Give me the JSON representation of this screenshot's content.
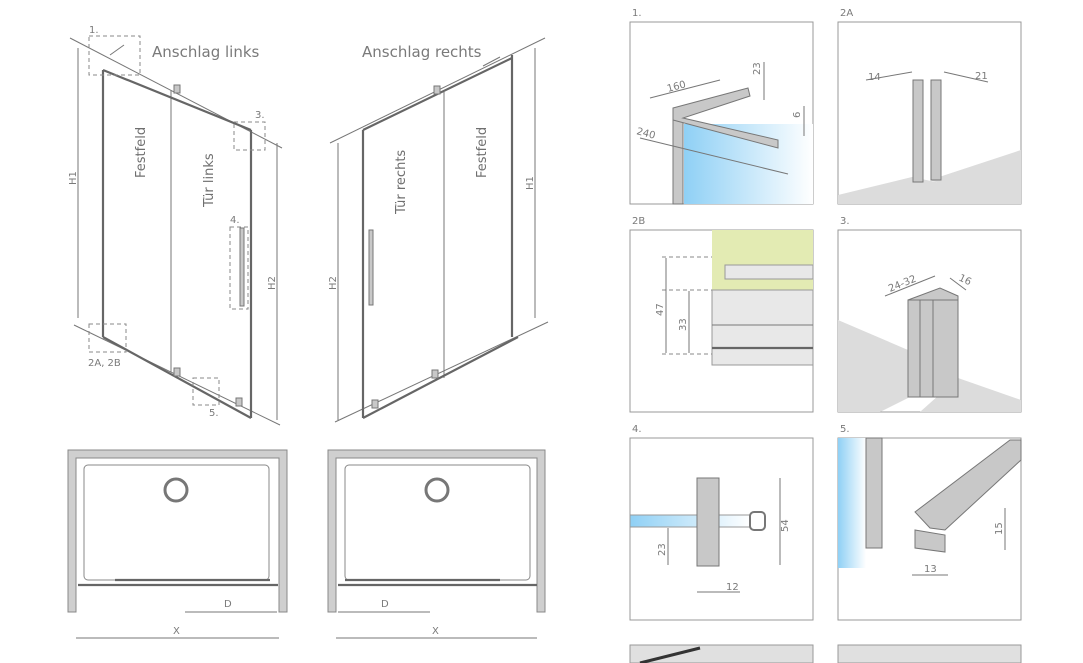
{
  "elevation_left": {
    "title": "Anschlag links",
    "fixed_panel": "Festfeld",
    "door": "Tür links",
    "h1": "H1",
    "h2": "H2",
    "callouts": [
      "1.",
      "2A, 2B",
      "3.",
      "4.",
      "5."
    ]
  },
  "elevation_right": {
    "title": "Anschlag rechts",
    "fixed_panel": "Festfeld",
    "door": "Tür rechts",
    "h1": "H1",
    "h2": "H2"
  },
  "plan_left": {
    "d": "D",
    "x": "X"
  },
  "plan_right": {
    "d": "D",
    "x": "X"
  },
  "details": [
    {
      "label": "1.",
      "dims": [
        "160",
        "23",
        "6",
        "240"
      ]
    },
    {
      "label": "2A",
      "dims": [
        "14",
        "21"
      ]
    },
    {
      "label": "2B",
      "dims": [
        "47",
        "33"
      ]
    },
    {
      "label": "3.",
      "dims": [
        "24-32",
        "16"
      ]
    },
    {
      "label": "4.",
      "dims": [
        "54",
        "23",
        "12"
      ]
    },
    {
      "label": "5.",
      "dims": [
        "15",
        "13"
      ]
    }
  ],
  "colors": {
    "glass": "#8fd0f5",
    "wall_accent": "#e3ebb3",
    "profile": "#c8c8c8"
  }
}
